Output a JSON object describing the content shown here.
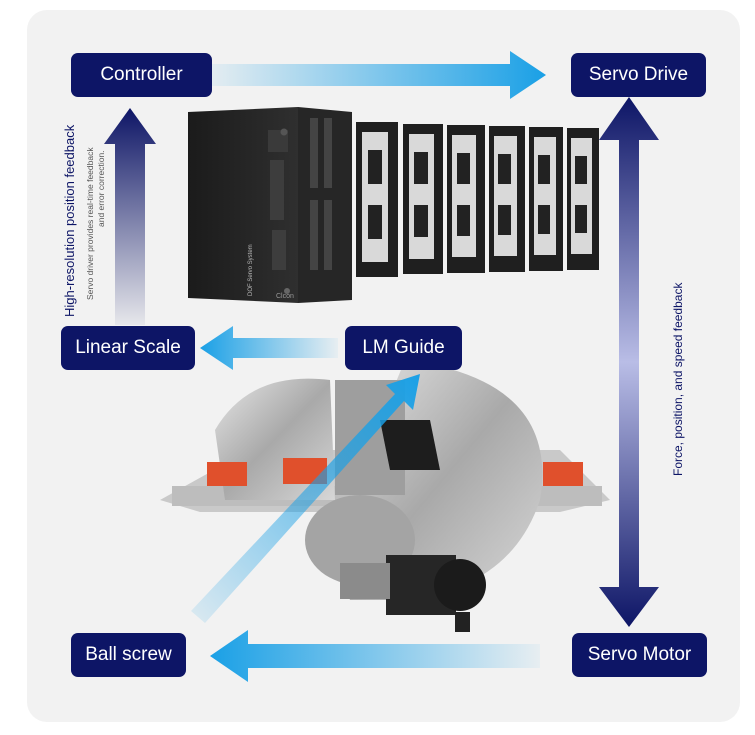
{
  "nodes": {
    "controller": "Controller",
    "servo_drive": "Servo Drive",
    "linear_scale": "Linear Scale",
    "lm_guide": "LM Guide",
    "ball_screw": "Ball screw",
    "servo_motor": "Servo Motor"
  },
  "feedback_left": {
    "title": "High-resolution position feedback",
    "line1": "Servo driver provides real-time feedback",
    "line2": "and error correction."
  },
  "feedback_right": {
    "title": "Force, position, and speed feedback"
  },
  "servo_unit": {
    "label": "DOF Servo System",
    "brand": "Clcon"
  },
  "colors": {
    "node_bg": "#0d1566",
    "arrow_blue": "#1aa0e6",
    "arrow_navy": "#0d1566",
    "panel_bg": "#f2f2f2"
  }
}
